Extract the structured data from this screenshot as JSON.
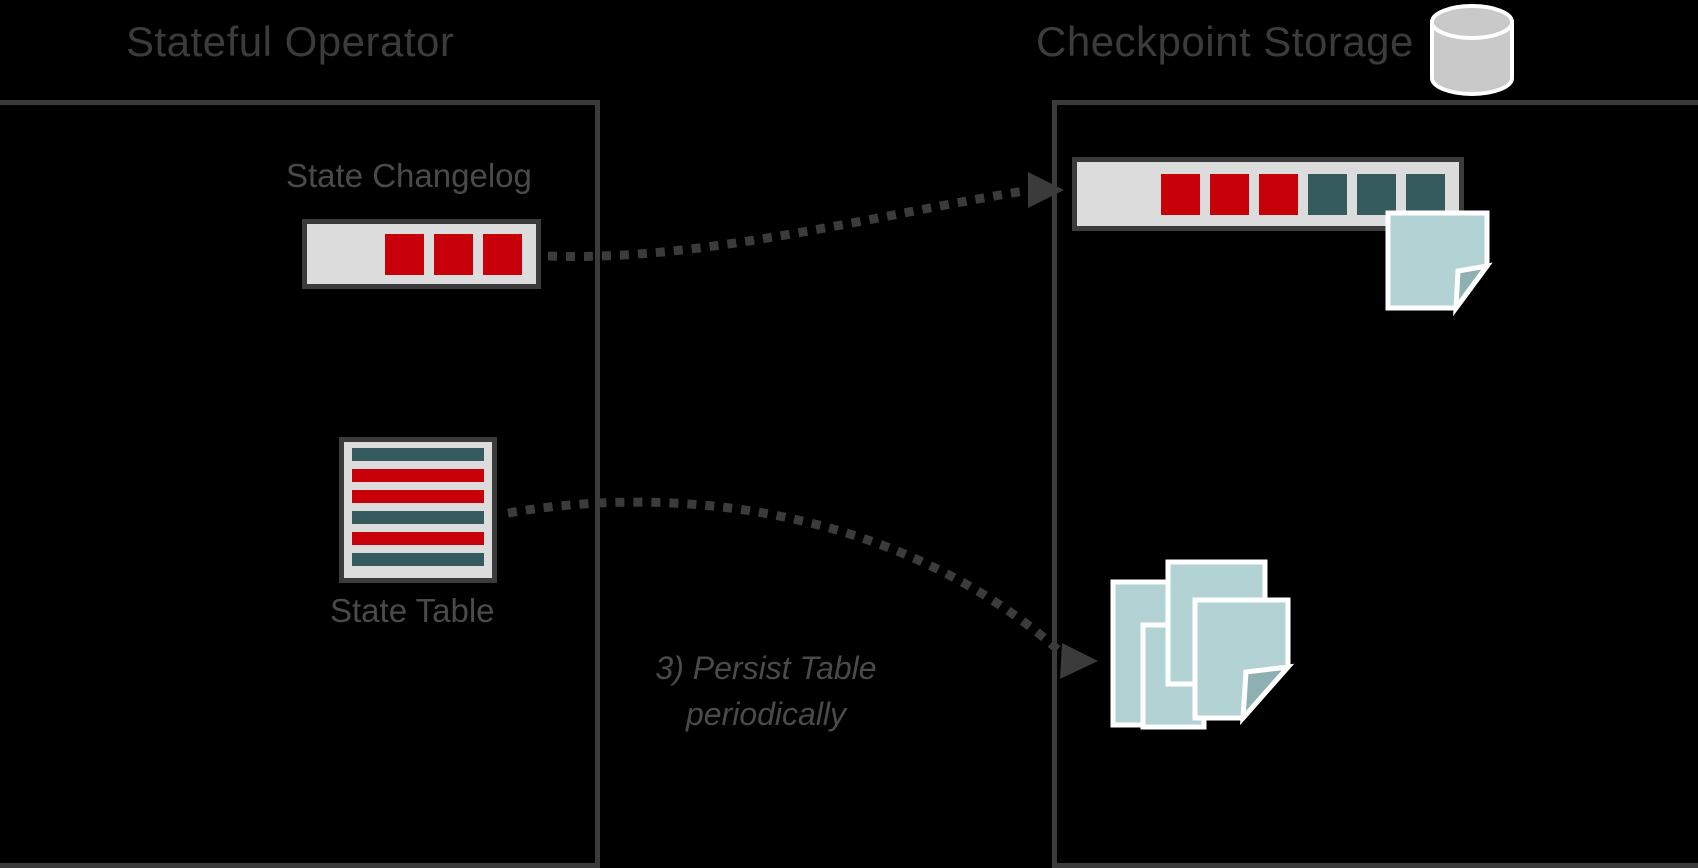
{
  "diagram": {
    "background_color": "#000000",
    "accent_red": "#c70009",
    "accent_teal": "#355b5e",
    "panel_fill": "#dcdcdc",
    "panel_border": "#3b3b3b",
    "doc_fill": "#b3d2d4",
    "arrow_color": "#3b3b3b"
  },
  "left_panel": {
    "title": "Stateful Operator",
    "changelog": {
      "label": "State Changelog",
      "cells": [
        "red",
        "red",
        "red"
      ]
    },
    "state_table": {
      "label": "State Table",
      "rows": [
        "teal",
        "red",
        "red",
        "teal",
        "red",
        "teal",
        "empty"
      ]
    }
  },
  "right_panel": {
    "title": "Checkpoint Storage",
    "storage_icon": "database-cylinder-icon",
    "changelog": {
      "cells": [
        "red",
        "red",
        "red",
        "teal",
        "teal",
        "teal"
      ]
    },
    "file_stack_icon": "document-stack-icon",
    "single_file_icon": "document-icon"
  },
  "annotations": {
    "persist_note": "3) Persist Table\nperiodically"
  },
  "arrows": [
    {
      "name": "changelog-sync-arrow",
      "from": "state-changelog",
      "to": "remote-changelog",
      "style": "dotted"
    },
    {
      "name": "persist-table-arrow",
      "from": "state-table",
      "to": "document-stack",
      "style": "dotted"
    }
  ]
}
